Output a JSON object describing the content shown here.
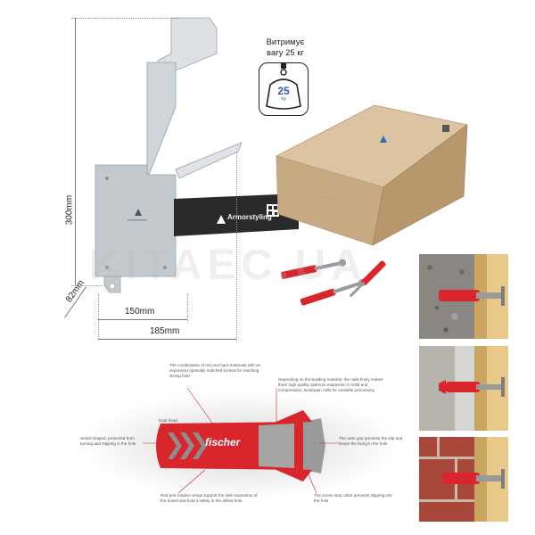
{
  "dimensions": {
    "height": "300mm",
    "depth": "82mm",
    "width_inner": "150mm",
    "width_outer": "185mm"
  },
  "load_badge": {
    "line1": "Витримує",
    "line2": "вагу 25 кг",
    "weight": "25",
    "unit": "kg"
  },
  "brand": {
    "name": "Armorstyling"
  },
  "watermark": "KITAEC.UA",
  "dowel": {
    "brand_mark": "fischer",
    "annotations": [
      {
        "id": "top-left",
        "text": "The combination of red and hard materials with an expansion optimally matched screws for reaching strong hold"
      },
      {
        "id": "top-right",
        "text": "Depending on the building material, the nails finely makes them high quality optimum expansion in solid and compression, knot/open cells for versatile processing"
      },
      {
        "id": "label-small",
        "text": "Dual head"
      },
      {
        "id": "left",
        "text": "Smart shaped, protected from turning and slipping in the hole"
      },
      {
        "id": "right",
        "text": "The wide grip prevents the slip and keeps the fixing in the hole"
      },
      {
        "id": "bottom-left",
        "text": "Red anti-rotation wings support the safe expansion of the dowel and hold it safely in the drilled hole"
      },
      {
        "id": "bottom-right",
        "text": "The screw stop collar prevents slipping into the hole"
      }
    ]
  },
  "colors": {
    "bracket": "#c9ced3",
    "strap": "#2a2a2a",
    "box": "#c9a982",
    "dowel_red": "#d9262c",
    "dowel_grey": "#9a9a9a",
    "concrete": "#8a8783",
    "brick": "#a8483a",
    "wood": "#e8c98a"
  }
}
